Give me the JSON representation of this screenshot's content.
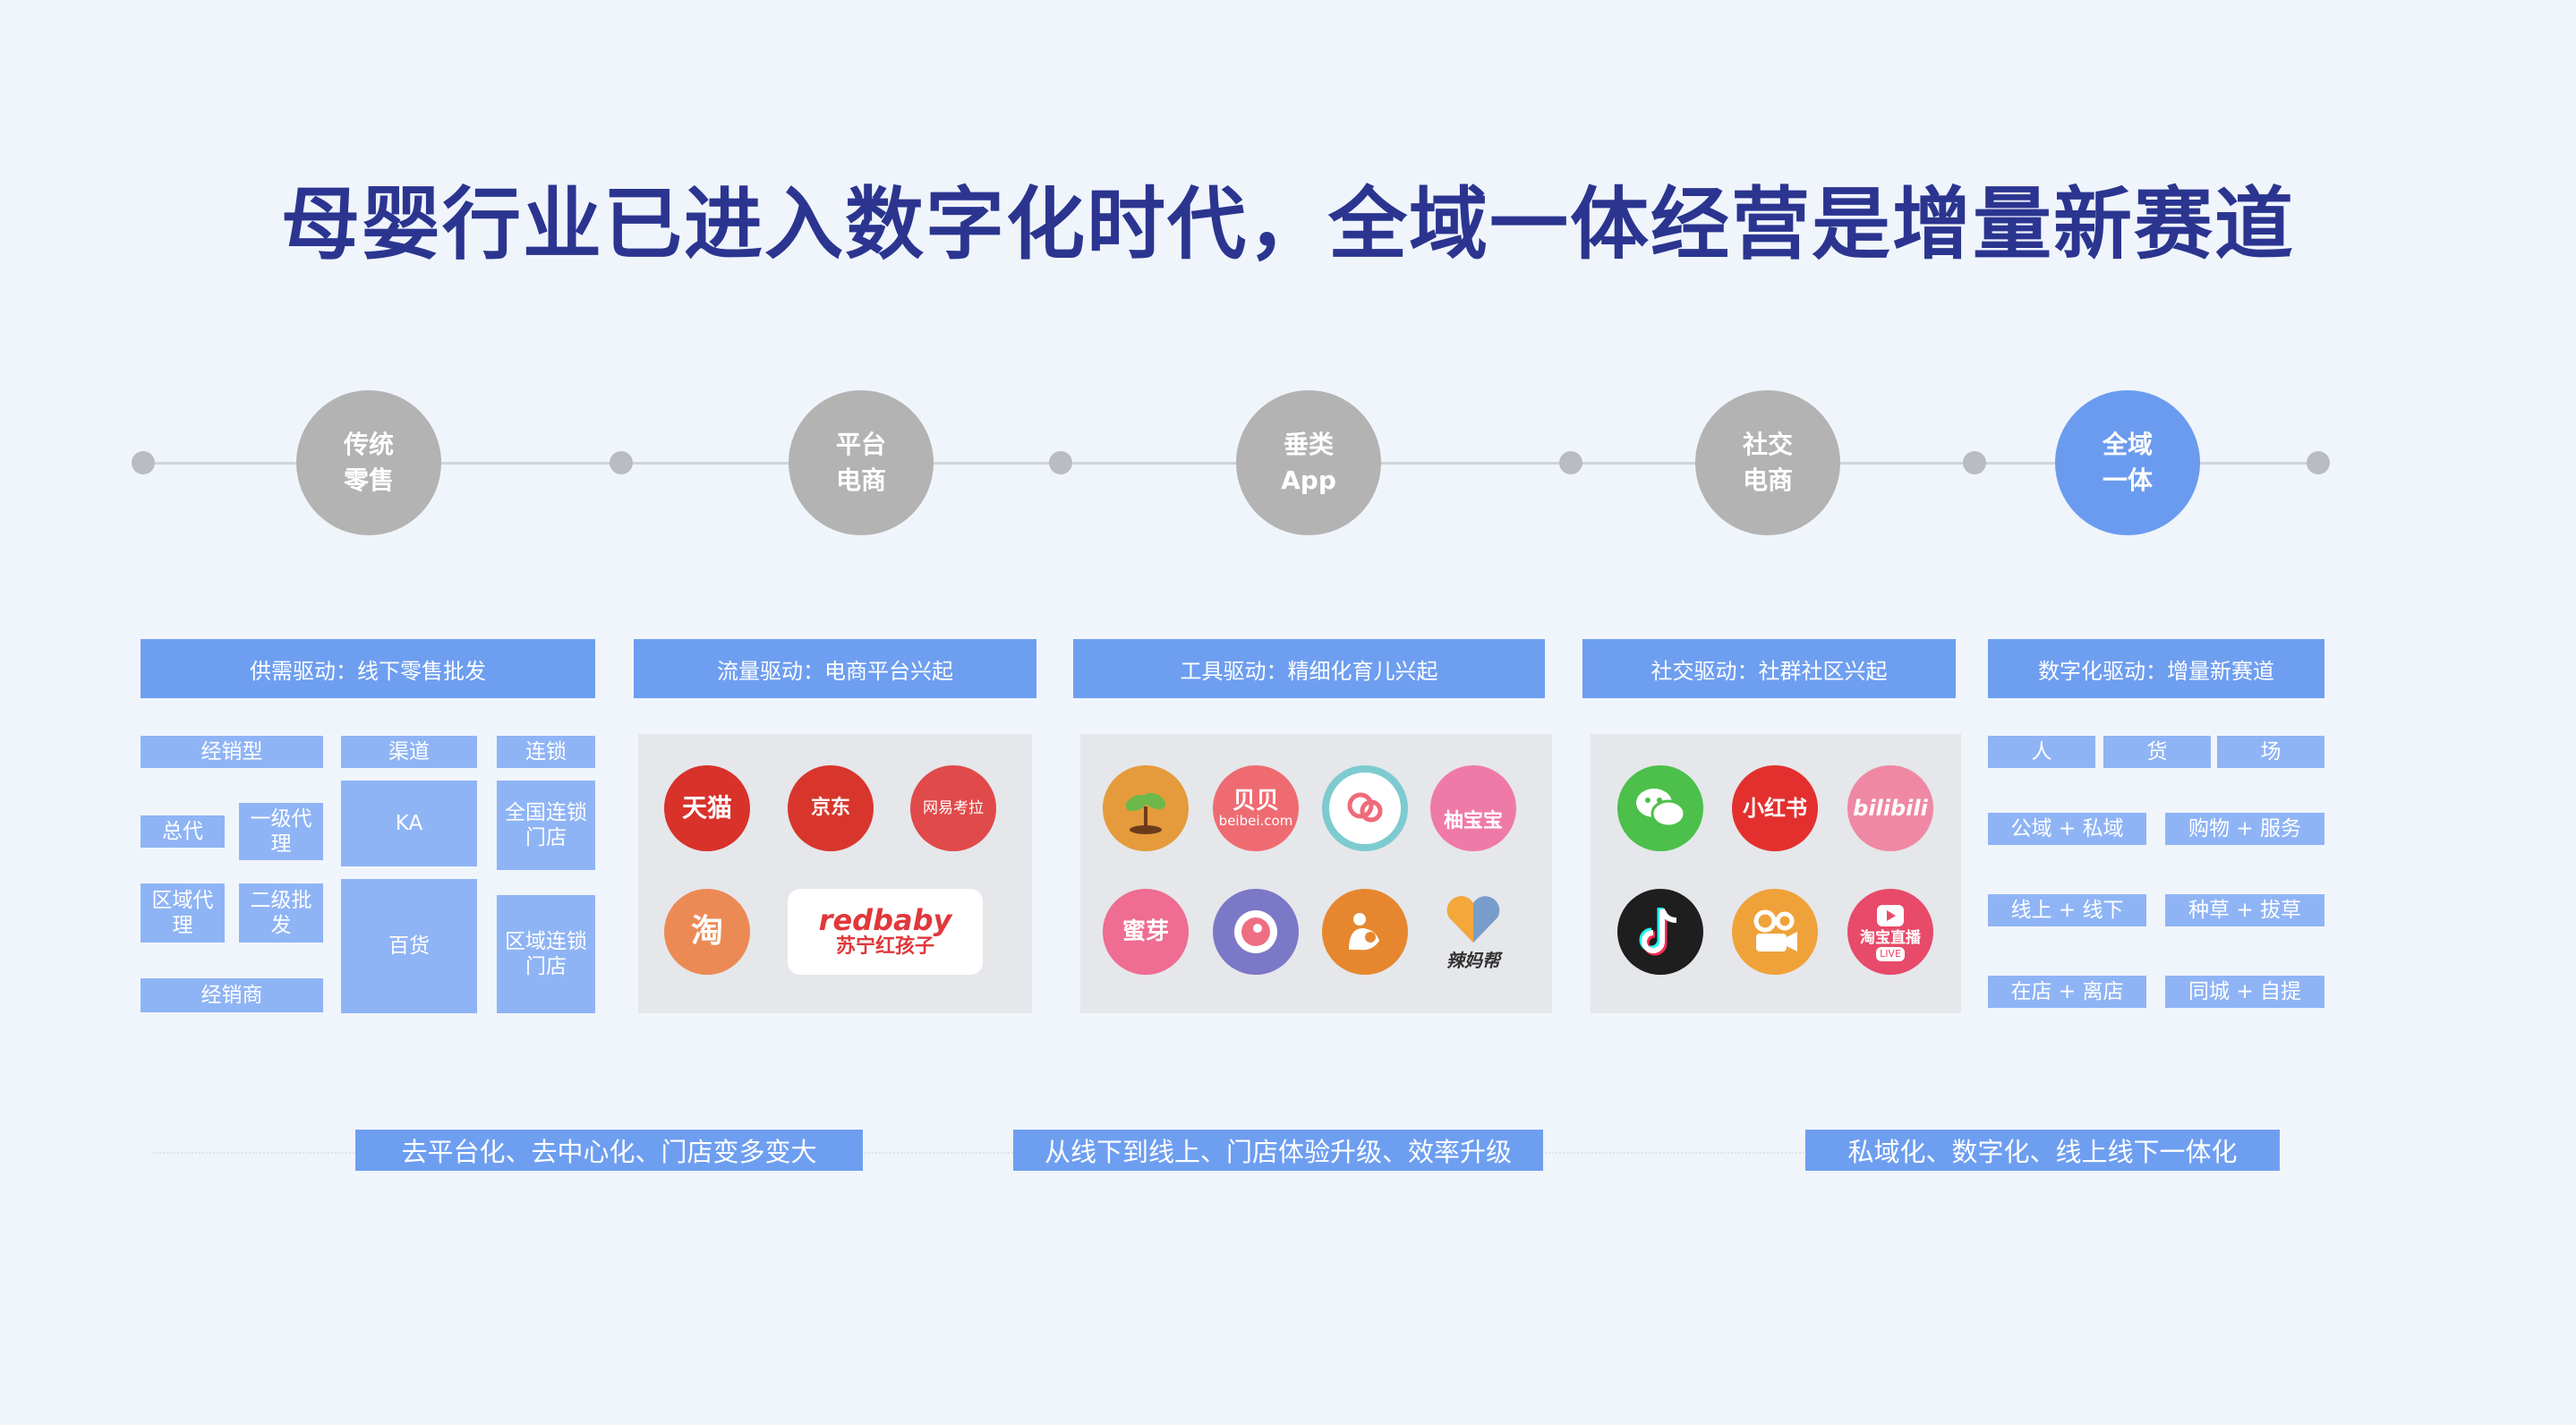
{
  "title": "母婴行业已进入数字化时代，全域一体经营是增量新赛道",
  "stages": [
    {
      "line1": "传统",
      "line2": "零售"
    },
    {
      "line1": "平台",
      "line2": "电商"
    },
    {
      "line1": "垂类",
      "line2": "App"
    },
    {
      "line1": "社交",
      "line2": "电商"
    },
    {
      "line1": "全域",
      "line2": "一体"
    }
  ],
  "headers": [
    "供需驱动：线下零售批发",
    "流量驱动：电商平台兴起",
    "工具驱动：精细化育儿兴起",
    "社交驱动：社群社区兴起",
    "数字化驱动：增量新赛道"
  ],
  "retail": {
    "col_headers": [
      "经销型",
      "渠道",
      "连锁"
    ],
    "zongdai": "总代",
    "yiji": "一级代理",
    "quyu": "区域代理",
    "erji": "二级批发",
    "jingxiaoshang": "经销商",
    "ka": "KA",
    "baihuo": "百货",
    "quanguo": "全国连锁门店",
    "quyuliansuo": "区域连锁门店"
  },
  "platform_apps": {
    "tmall": "天猫",
    "jd": "京东",
    "kaola": "网易考拉",
    "taobao": "淘",
    "redbaby_en": "redbaby",
    "redbaby_cn": "苏宁红孩子"
  },
  "vertical_apps": {
    "beibei": "贝贝",
    "beibei_sub": "beibei.com",
    "youbaobao": "柚宝宝",
    "miya": "蜜芽",
    "lamabang": "辣妈帮"
  },
  "social_apps": {
    "xiaohongshu": "小红书",
    "bilibili": "bilibili",
    "taobao_live": "淘宝直播",
    "live": "LIVE"
  },
  "omni": {
    "top": [
      "人",
      "货",
      "场"
    ],
    "pairs": [
      [
        "公域 + 私域",
        "购物 + 服务"
      ],
      [
        "线上 + 线下",
        "种草 + 拔草"
      ],
      [
        "在店 + 离店",
        "同城 + 自提"
      ]
    ]
  },
  "tags": [
    "去平台化、去中心化、门店变多变大",
    "从线下到线上、门店体验升级、效率升级",
    "私域化、数字化、线上线下一体化"
  ],
  "colors": {
    "title": "#2b3590",
    "header": "#6e9ef0",
    "cell": "#8fb4f5",
    "stage_gray": "#b3b3b3",
    "stage_active": "#6b9bef"
  }
}
